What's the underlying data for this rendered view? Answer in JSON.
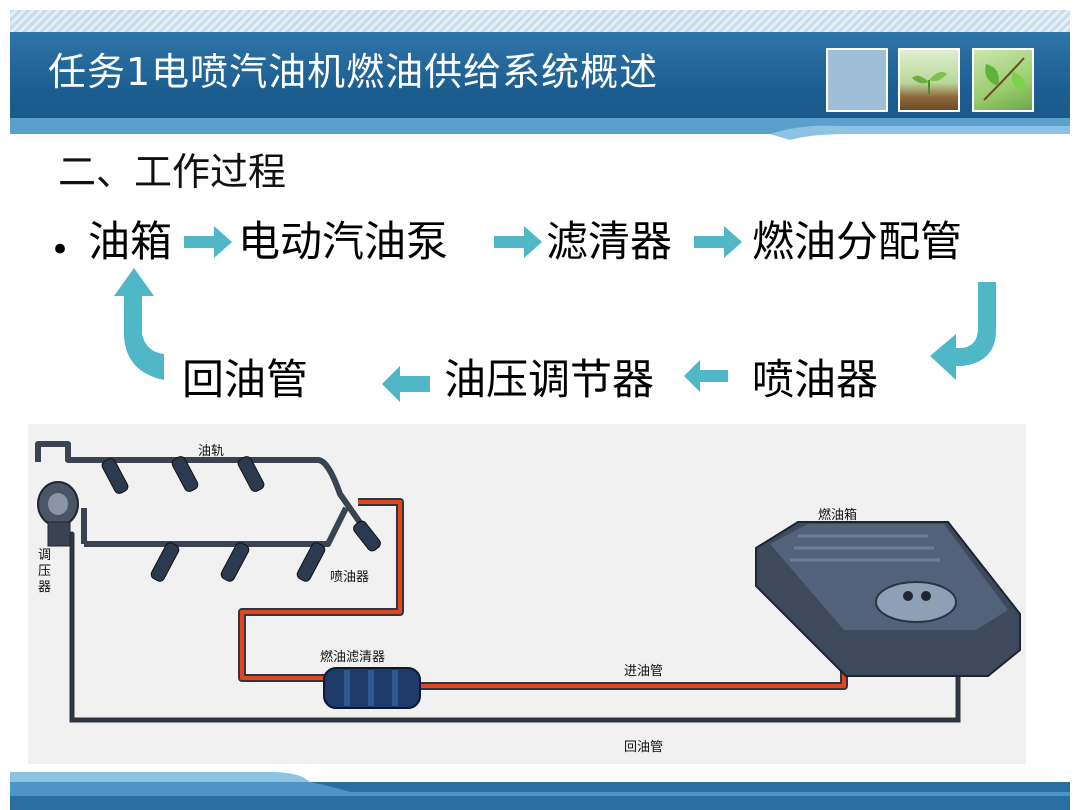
{
  "header": {
    "title": "任务1电喷汽油机燃油供给系统概述"
  },
  "section": {
    "heading": "二、工作过程",
    "bullet": "•"
  },
  "flow": {
    "step1": "油箱",
    "step2": "电动汽油泵",
    "step3": "滤清器",
    "step4": "燃油分配管",
    "step5": "喷油器",
    "step6": "油压调节器",
    "step7": "回油管"
  },
  "diagram": {
    "rail_label": "油轨",
    "injector_label": "喷油器",
    "regulator_label": "调压器",
    "filter_label": "燃油滤清器",
    "tank_label": "燃油箱",
    "supply_line_label": "进油管",
    "return_line_label": "回油管"
  },
  "colors": {
    "title_bar": "#1d5f92",
    "flow_arrow": "#4fb7c6",
    "supply_line": "#e3461e",
    "return_line": "#2f3640"
  }
}
